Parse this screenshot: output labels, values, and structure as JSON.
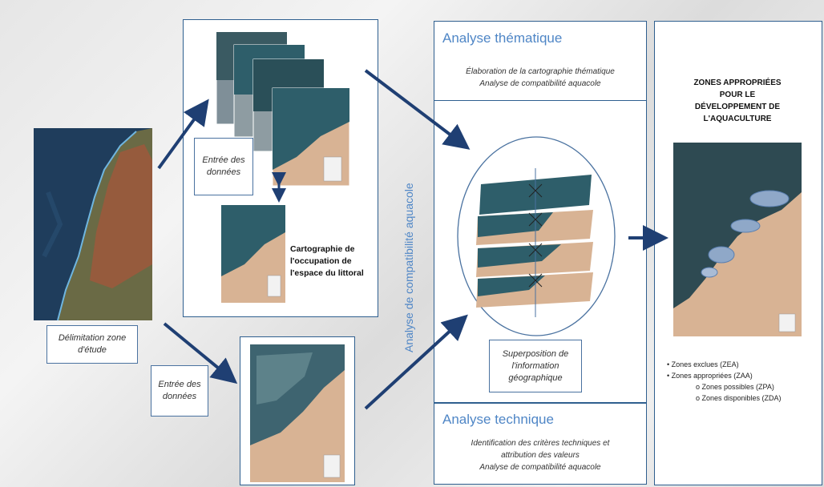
{
  "labels": {
    "delimitation": "Délimitation zone d'étude",
    "entree_top": "Entrée des données",
    "entree_bottom": "Entrée des données",
    "cartographie": "Cartographie de l'occupation de l'espace du littoral",
    "superposition": "Superposition de l'information géographique",
    "vertical": "Analyse de compatibilité aquacole"
  },
  "thematic": {
    "title": "Analyse thématique",
    "line1": "Élaboration de la cartographie thématique",
    "line2": "Analyse de compatibilité aquacole"
  },
  "technical": {
    "title": "Analyse technique",
    "line1": "Identification des critères techniques et",
    "line2": "attribution des valeurs",
    "line3": "Analyse de compatibilité aquacole"
  },
  "result": {
    "title_line1": "ZONES APPROPRIÉES",
    "title_line2": "POUR LE",
    "title_line3": "DÉVELOPPEMENT DE",
    "title_line4": "L'AQUACULTURE"
  },
  "legend": {
    "item1": "•     Zones exclues (ZEA)",
    "item2": "•     Zones appropriées (ZAA)",
    "item3": "o     Zones possibles (ZPA)",
    "item4": "o     Zones disponibles (ZDA)"
  },
  "colors": {
    "arrow": "#1f3f73",
    "sea": "#2e5e6a",
    "land": "#d8b394",
    "accent_text": "#4f86c6"
  }
}
